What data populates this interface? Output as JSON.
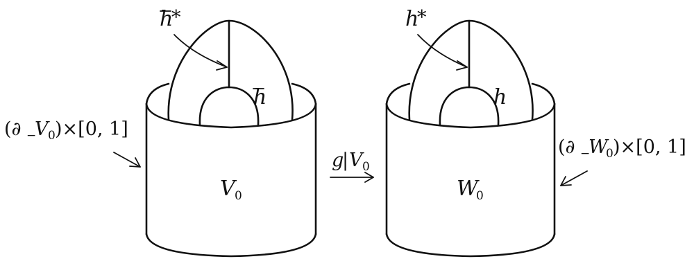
{
  "diagram": {
    "left_block": {
      "body_label": "V",
      "body_subscript": "0",
      "handle_core_label": "h̄",
      "handle_core_bar": "h",
      "handle_cocore_label": "h̄*",
      "handle_cocore_bar": "h",
      "handle_cocore_star": "*",
      "collar_label_prefix": "(∂",
      "collar_label_minus": "−",
      "collar_label_var": "V",
      "collar_label_sub": "0",
      "collar_label_suffix": ")×[0, 1]"
    },
    "right_block": {
      "body_label": "W",
      "body_subscript": "0",
      "handle_core_label": "h",
      "handle_cocore_label": "h",
      "handle_cocore_star": "*",
      "collar_label_prefix": "(∂",
      "collar_label_minus": "−",
      "collar_label_var": "W",
      "collar_label_sub": "0",
      "collar_label_suffix": ")×[0, 1]"
    },
    "map": {
      "label_fn": "g",
      "label_bar": "|",
      "label_var": "V",
      "label_sub": "0",
      "arrow": "⟶"
    }
  }
}
